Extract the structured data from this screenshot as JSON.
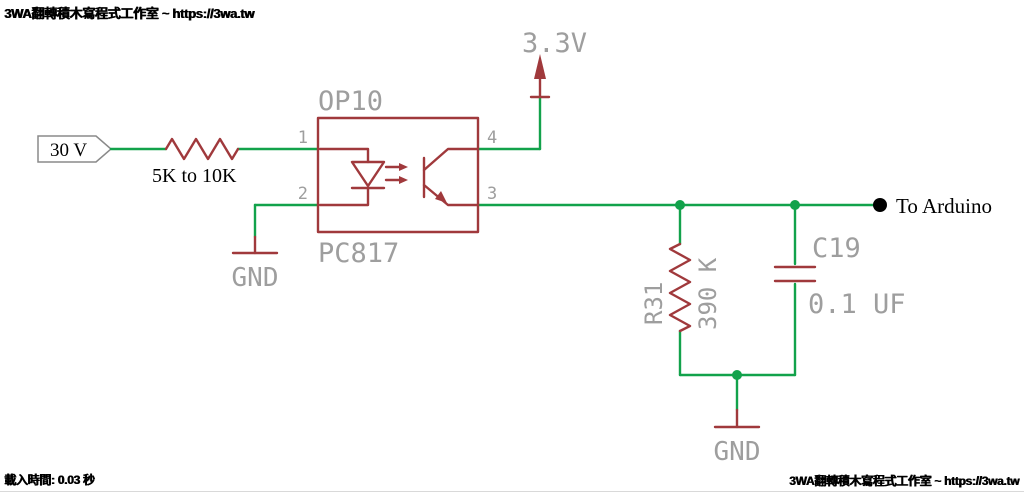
{
  "watermarks": {
    "site_top_left": "3WA翻轉積木寫程式工作室 ~ https://3wa.tw",
    "load_time": "載入時間: 0.03 秒",
    "site_bottom_right": "3WA翻轉積木寫程式工作室 ~ https://3wa.tw"
  },
  "schematic": {
    "input_net": {
      "label": "30 V"
    },
    "series_resistor": {
      "note": "5K to 10K"
    },
    "optocoupler": {
      "designator": "OP10",
      "part_number": "PC817",
      "pin_1": "1",
      "pin_2": "2",
      "pin_3": "3",
      "pin_4": "4"
    },
    "power_net": {
      "label": "3.3V"
    },
    "ground_left": {
      "label": "GND"
    },
    "ground_bottom": {
      "label": "GND"
    },
    "output_net": {
      "label": "To Arduino"
    },
    "pulldown_resistor": {
      "designator": "R31",
      "value": "390 K"
    },
    "filter_capacitor": {
      "designator": "C19",
      "value": "0.1 UF"
    }
  },
  "colors": {
    "wire_green": "#12A24B",
    "component_red": "#A0393C",
    "label_gray": "#9E9E9E",
    "text_black": "#000000"
  }
}
